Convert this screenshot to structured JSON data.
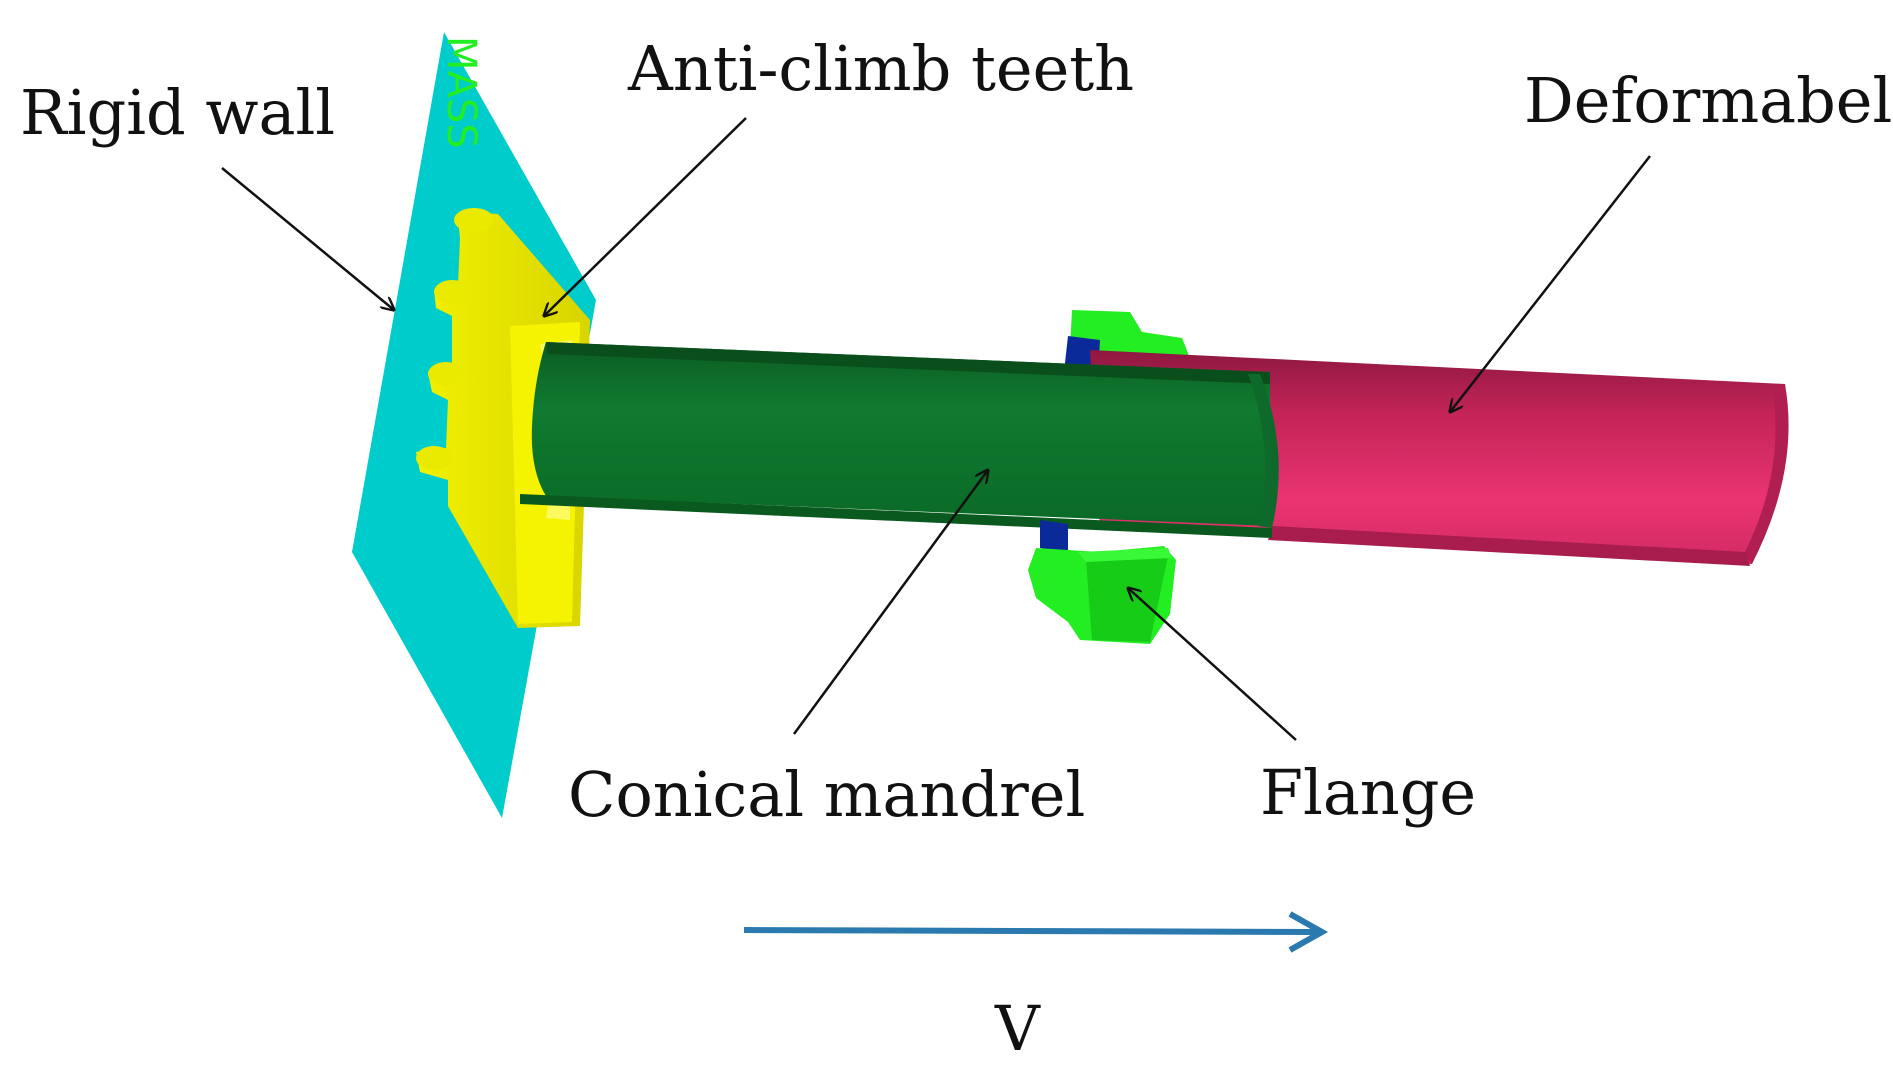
{
  "labels": {
    "rigid_wall": "Rigid wall",
    "anti_climb_teeth": "Anti-climb teeth",
    "deformable": "Deformabel",
    "conical_mandrel": "Conical mandrel",
    "flange": "Flange",
    "velocity": "V",
    "mass_marker": "MASS"
  },
  "colors": {
    "rigid_wall": "#00cccc",
    "anti_climb_teeth": "#e6e600",
    "conical_mandrel": "#0a7a2a",
    "deformable_tube": "#e8306e",
    "flange": "#22ee22",
    "flange_insert": "#0a2a9a",
    "velocity_arrow": "#2a7ab0",
    "mass_marker": "#22ee22"
  }
}
